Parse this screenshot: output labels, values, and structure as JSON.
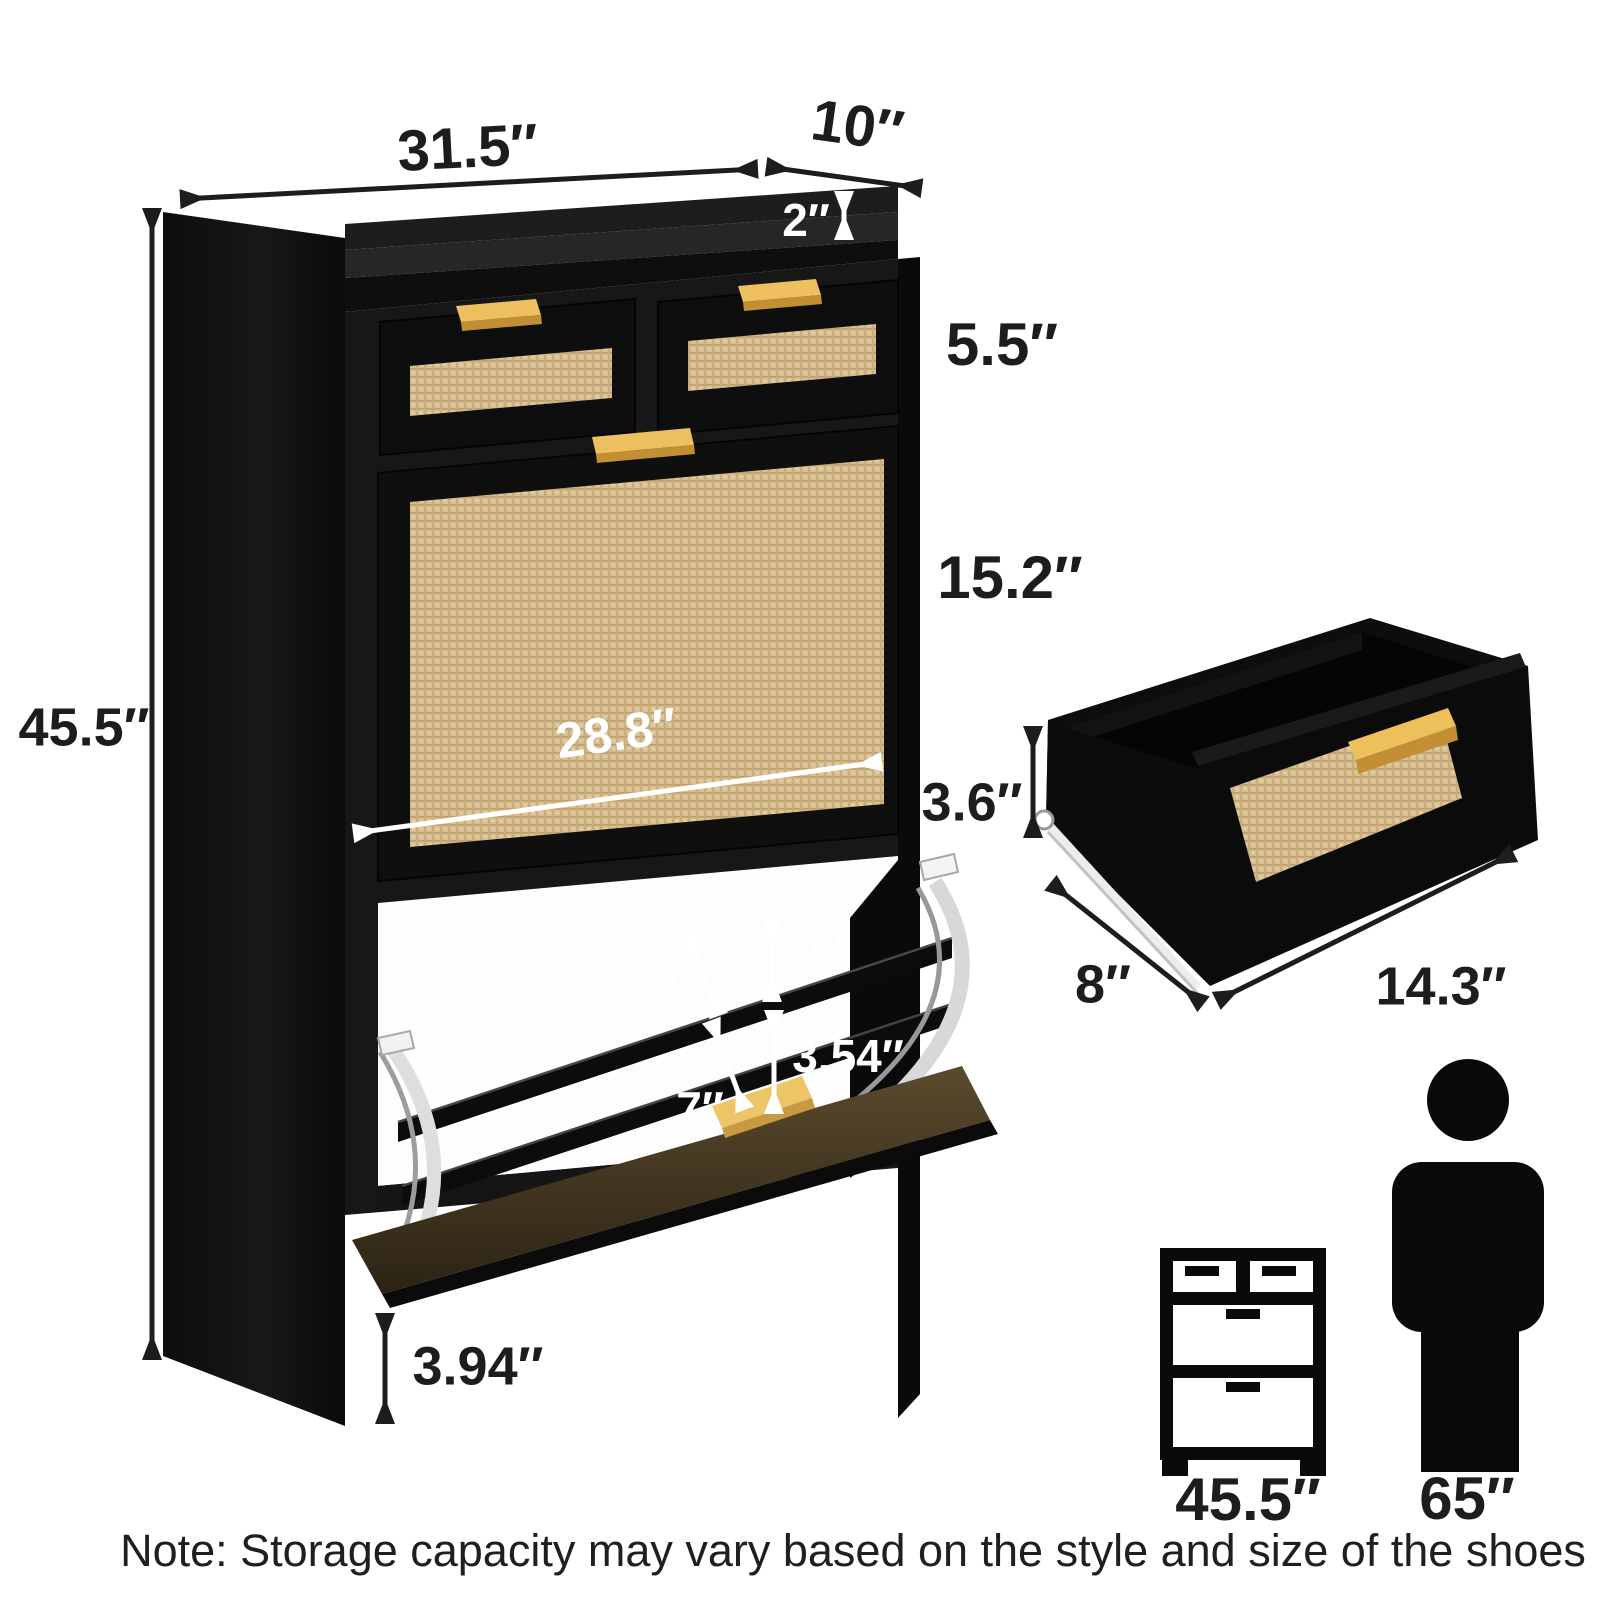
{
  "cabinet": {
    "width": "31.5″",
    "depth": "10″",
    "lip_height": "2″",
    "drawer_height": "5.5″",
    "door_height": "15.2″",
    "inner_width": "28.8″",
    "height": "45.5″",
    "bottom_clearance": "3.94″",
    "shoe_slot": {
      "upper_gap": "4.53″",
      "upper_height": "4″",
      "lower_gap": "7″",
      "lower_height": "3.54″"
    }
  },
  "drawer_detail": {
    "height": "3.6″",
    "depth": "8″",
    "width": "14.3″"
  },
  "comparison": {
    "cabinet_height": "45.5″",
    "person_height": "65″"
  },
  "note": {
    "text": "Note: Storage capacity may vary based on the style and size of the shoes"
  },
  "colors": {
    "cabinet_black": "#111111",
    "rattan": "#d8bf92",
    "gold_handle": "#e3aa44",
    "dimension_text": "#1d1d1d",
    "white_labels": "#ffffff"
  }
}
